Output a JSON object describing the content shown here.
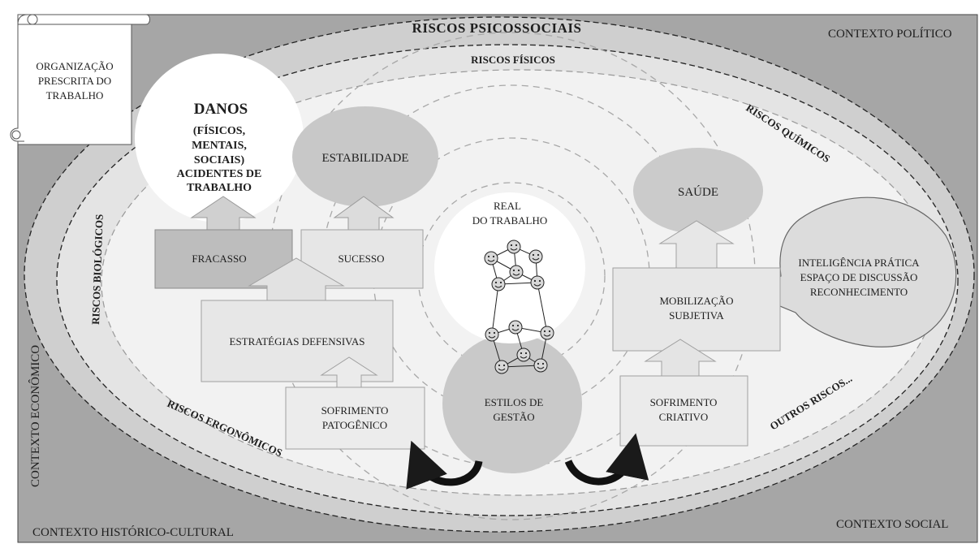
{
  "contexts": {
    "politico": "CONTEXTO POLÍTICO",
    "economico": "CONTEXTO ECONÔMICO",
    "historico": "CONTEXTO HISTÓRICO-CULTURAL",
    "social": "CONTEXTO SOCIAL"
  },
  "scroll": {
    "line1": "ORGANIZAÇÃO",
    "line2": "PRESCRITA DO",
    "line3": "TRABALHO"
  },
  "risks": {
    "psicossociais": "RISCOS PSICOSSOCIAIS",
    "fisicos": "RISCOS FÍSICOS",
    "quimicos": "RISCOS QUÍMICOS",
    "biologicos": "RISCOS BIOLÓGICOS",
    "ergonomicos": "RISCOS ERGONÔMICOS",
    "outros": "OUTROS RISCOS..."
  },
  "danos": {
    "title": "DANOS",
    "line1": "(FÍSICOS,",
    "line2": "MENTAIS,",
    "line3": "SOCIAIS)",
    "line4": "ACIDENTES DE",
    "line5": "TRABALHO"
  },
  "nodes": {
    "estabilidade": "ESTABILIDADE",
    "saude": "SAÚDE",
    "real_line1": "REAL",
    "real_line2": "DO TRABALHO",
    "fracasso": "FRACASSO",
    "sucesso": "SUCESSO",
    "estrategias": "ESTRATÉGIAS  DEFENSIVAS",
    "sof_pat_line1": "SOFRIMENTO",
    "sof_pat_line2": "PATOGÊNICO",
    "gestao_line1": "ESTILOS DE",
    "gestao_line2": "GESTÃO",
    "sof_cri_line1": "SOFRIMENTO",
    "sof_cri_line2": "CRIATIVO",
    "mob_line1": "MOBILIZAÇÃO",
    "mob_line2": "SUBJETIVA",
    "intel_line1": "INTELIGÊNCIA  PRÁTICA",
    "intel_line2": "ESPAÇO DE DISCUSSÃO",
    "intel_line3": "RECONHECIMENTO"
  },
  "colors": {
    "outer_bg": "#a6a6a6",
    "ring_psico": "#cfcfcf",
    "ring_fisico": "#e4e4e4",
    "inner": "#f2f2f2",
    "danos": "#ffffff",
    "estabilidade": "#c8c8c8",
    "saude": "#cbcbcb",
    "gestao": "#c9c9c9",
    "fracasso": "#bdbdbd"
  }
}
